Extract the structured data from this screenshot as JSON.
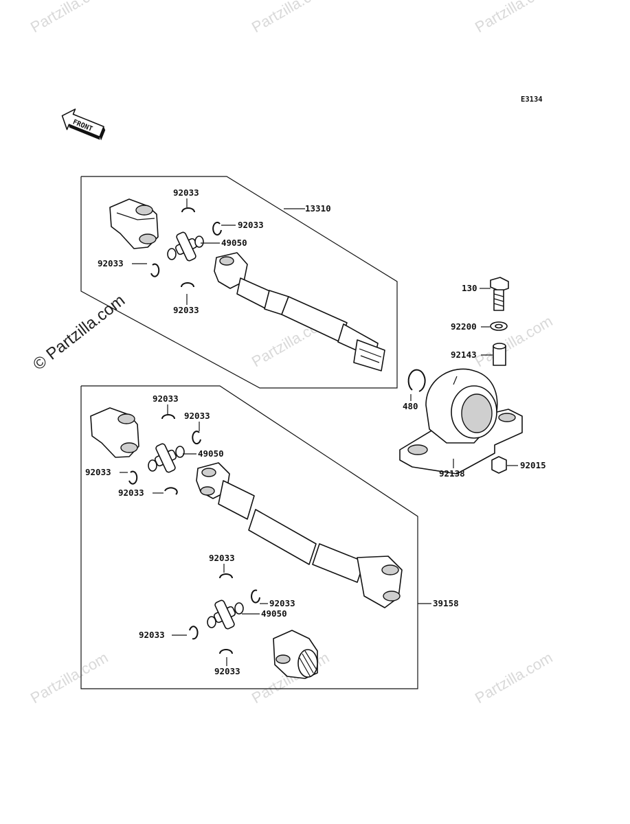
{
  "diagram_code": "E3134",
  "front_label": "FRONT",
  "watermark": {
    "brand": "Partzilla.com",
    "copyright_symbol": "©",
    "side_text": "© Partzilla.com"
  },
  "callouts": {
    "upper_box_part": "13310",
    "lower_box_part": "39158",
    "upper_clip_top": "92033",
    "upper_clip_right": "92033",
    "upper_clip_left": "92033",
    "upper_clip_bottom": "92033",
    "upper_joint": "49050",
    "mid_clip_top": "92033",
    "mid_clip_right": "92033",
    "mid_clip_left": "92033",
    "mid_clip_lower_left": "92033",
    "mid_joint": "49050",
    "low_clip_top": "92033",
    "low_clip_right": "92033",
    "low_clip_left": "92033",
    "low_clip_bottom": "92033",
    "low_joint": "49050",
    "bolt": "130",
    "washer": "92200",
    "collar": "92143",
    "snap_ring": "480",
    "bearing_housing": "92138",
    "nut": "92015"
  },
  "colors": {
    "line": "#111111",
    "watermark": "#d9d9d9",
    "shade": "#cfcfcf"
  }
}
